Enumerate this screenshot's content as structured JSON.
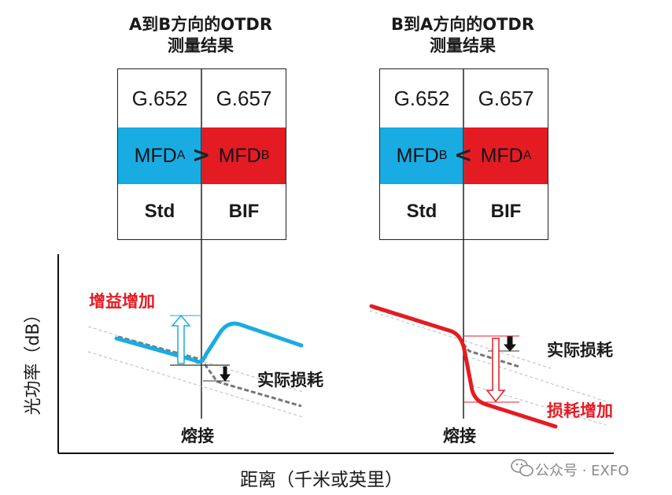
{
  "left_panel": {
    "title_line1": "A到B方向的OTDR",
    "title_line2": "测量结果",
    "col1_type": "G.652",
    "col2_type": "G.657",
    "mfd_left": "MFD",
    "mfd_left_sub": "A",
    "comparator": ">",
    "mfd_right": "MFD",
    "mfd_right_sub": "B",
    "col1_label": "Std",
    "col2_label": "BIF",
    "gain_label": "增益增加",
    "loss_label": "实际损耗",
    "splice_label": "熔接"
  },
  "right_panel": {
    "title_line1": "B到A方向的OTDR",
    "title_line2": "测量结果",
    "col1_type": "G.652",
    "col2_type": "G.657",
    "mfd_left": "MFD",
    "mfd_left_sub": "B",
    "comparator": "<",
    "mfd_right": "MFD",
    "mfd_right_sub": "A",
    "col1_label": "Std",
    "col2_label": "BIF",
    "loss_label": "实际损耗",
    "extra_loss_label": "损耗增加",
    "splice_label": "熔接"
  },
  "axes": {
    "y_label": "光功率（dB）",
    "x_label": "距离（千米或英里）"
  },
  "watermark": {
    "text": "公众号 · EXFO"
  },
  "colors": {
    "blue": "#19ace3",
    "red": "#e51b24",
    "gain_label": "#e51b24",
    "extra_loss_label": "#e51b24"
  }
}
